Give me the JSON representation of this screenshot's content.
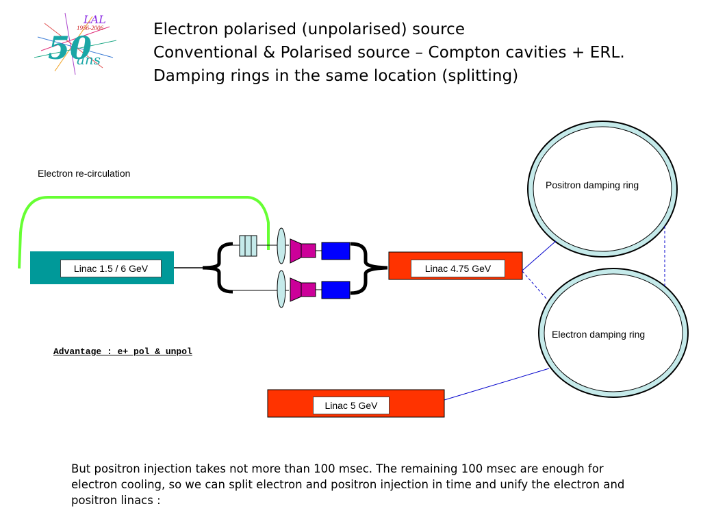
{
  "logo": {
    "text_top": "LAL",
    "text_years": "1956-2006",
    "text_number": "50",
    "text_ans": "ans"
  },
  "title": {
    "line1": "Electron polarised (unpolarised) source",
    "line2": "Conventional & Polarised source – Compton cavities + ERL.",
    "line3": "Damping rings in the same location (splitting)"
  },
  "diagram": {
    "recirculation_label": "Electron re-circulation",
    "linac_left": "Linac 1.5 / 6 GeV",
    "linac_mid": "Linac 4.75 GeV",
    "linac_bottom": "Linac 5 GeV",
    "positron_ring": "Positron damping ring",
    "electron_ring": "Electron damping ring",
    "advantage": "Advantage : e+ pol & unpol"
  },
  "bottom_text": "But positron injection takes not more than 100 msec. The remaining 100 msec are enough for electron cooling, so we can split electron and positron injection in time and unify the electron and positron linacs :",
  "colors": {
    "teal_linac": "#009999",
    "red_linac": "#ff3300",
    "recirculation": "#66ff33",
    "ring_fill": "#c5eaea",
    "magenta": "#cc0099",
    "blue": "#0000ff",
    "connector": "#0000cc"
  }
}
